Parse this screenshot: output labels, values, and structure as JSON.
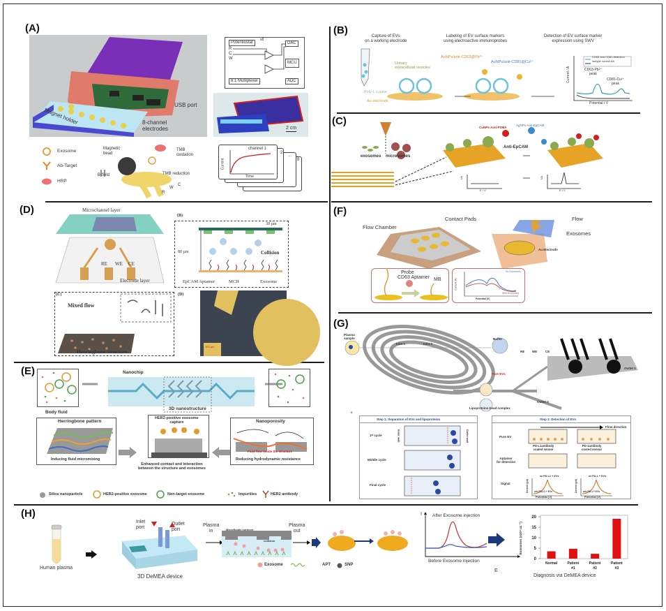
{
  "panels": {
    "A": {
      "label": "(A)",
      "usb_port": "USB port",
      "magnet_holder": "Magnet holder",
      "electrodes": "8-channel\nelectrodes",
      "scale_bar": "2 cm",
      "circuit": {
        "potentiostat": "Potentiostat",
        "x8": "x8",
        "r": "R",
        "c": "C",
        "w": "W",
        "dac": "DAC",
        "mcu": "MCU",
        "adc": "ADC",
        "mux": "8:1 Multiplexer"
      },
      "legend": {
        "exosome": "Exosome",
        "ab_target": "Ab-Target",
        "hrp": "HRP"
      },
      "mech": {
        "bead": "Magnetic\nbead",
        "bfield": "B-field",
        "tmb_ox": "TMB\noxidation",
        "tmb_red": "TMB reduction",
        "r": "R",
        "w": "W",
        "c": "C"
      },
      "plot": {
        "channel1": "channel 1",
        "ch2": "2",
        "dots": "...",
        "ch8": "8",
        "ylabel": "Current",
        "xlabel": "Time"
      }
    },
    "B": {
      "label": "(B)",
      "step1": "Capture of EVs\non a working electrode",
      "step2": "Labeling of EV surface markers\nusing electroactive immunoprobes",
      "step3": "Detection of EV surface marker\nexpression using SWV",
      "urinary": "Urinary\nextracellular vesicles",
      "pll": "Poly-L-Lysine",
      "au": "Au electrode",
      "probe1": "AuNPs/anti-CD63@Pb²⁺",
      "probe2": "AuNPs/anti-CD81@Cu²⁺",
      "legend1": "CD63 and CD81 detection",
      "legend2": "Isotype control Ab",
      "peak1": "CD63-Pb²⁺\npeak",
      "peak2": "CD81-Cu²⁺\npeak",
      "ylabel": "Current / A",
      "xlabel": "Potential / V"
    },
    "C": {
      "label": "(C)",
      "exosomes": "exosomes",
      "microsomes": "microsomes",
      "cunps": "CuNPs-Anti-PSMA",
      "agnps": "AgNPs-Anti-EpCAM",
      "anti_epcam": "Anti-EpCAM",
      "ylabel": "I/A",
      "xlabel": "E / V"
    },
    "D": {
      "label": "(D)",
      "microchannel": "Microchannel layer",
      "electrode_layer": "Electrode layer",
      "re": "RE",
      "we": "WE",
      "ce": "CE",
      "sub_b": "(B)",
      "d30": "30 µm",
      "d80": "80 µm",
      "collision": "Collision",
      "leg_aptamer": "EpCAM Aptamer",
      "leg_mch": "MCH",
      "leg_exo": "Exosome",
      "sub_c": "(C)",
      "mixed_flow": "Mixed flow",
      "herringbone": "Herringbone structure",
      "sub_d": "(D)",
      "scale": "100 µm"
    },
    "E": {
      "label": "(E)",
      "nanochip": "Nanochip",
      "body_fluid": "Body fluid",
      "nano3d": "3D nanostructure",
      "herringbone": "Herringbone pattern",
      "micromixing": "Inducing fluid micromixing",
      "capture": "HER2-positive exosome\ncapture",
      "enhanced": "Enhanced contact and interaction\nbetween the structure and exosomes",
      "nanoporosity": "Nanoporosity",
      "fluid_inside": "Fluid flow inside the structure",
      "reducing": "Reducing hydrodynamic resistance",
      "legend": [
        "Silica nanoparticle",
        "HER2-positive exosome",
        "Non-target exosome",
        "Impurities",
        "HER2 antibody"
      ]
    },
    "F": {
      "label": "(F)",
      "contact_pads": "Contact Pads",
      "flow_chamber": "Flow Chamber",
      "flow": "Flow",
      "exosomes": "Exosomes",
      "au_electrode": "Au Electrode",
      "probe": "Probe",
      "aptamer": "CD63 Aptamer",
      "mb": "MB",
      "exo_icon": "EXO",
      "no_exo": "No Exosomes",
      "with_exo": "With Exosomes",
      "ylabel": "Current (A)",
      "xlabel": "Potential (V)"
    },
    "G": {
      "label": "(G)",
      "plasma": "Plasma\nsample",
      "inlet1": "Inlet 1",
      "inlet2": "Inlet 2",
      "buffer": "Buffer",
      "re": "RE",
      "we": "WE",
      "ce": "CE",
      "outlet1": "Outlet 1",
      "outlet2": "Outlet 2",
      "pure_evs": "Pure EVs",
      "lipo": "Lipoproteins-bead complex",
      "sub_c": "c",
      "step1": "Step 1: Separation of EVs and lipoproteins",
      "cycle1": "1ˢᵗ cycle",
      "cycle_mid": "Middle cycle",
      "cycle_final": "Final cycle",
      "inner_wall": "Inner wall",
      "outer_wall": "Outer wall",
      "step2": "Step 2: Detection of EVs",
      "flow_dir": "Flow direction",
      "pure_ev": "Pure EV",
      "aptamer": "Aptamer\nfor detection",
      "signal": "Signal",
      "sensor1": "PD-L1antibody\ncoated sensor",
      "sensor2": "PD-1antibody\ncoated sensor",
      "sig1": "w/ PD-L1 + EVs",
      "sig1b": "w/o PD-L1 + EVs",
      "sig2": "w/ PD-1 + EVs",
      "sig2b": "w/o PD-1 + EVs",
      "ylabel": "Current (µA)",
      "xlabel": "Potential (V)"
    },
    "H": {
      "label": "(H)",
      "human_plasma": "Human plasma",
      "inlet": "Inlet\nport",
      "outlet": "Outlet\nport",
      "device": "3D DeMEA device",
      "plasma_in": "Plasma\nin",
      "plasma_out": "Plasma\nout",
      "vortexer": "Microfluidic vortexer",
      "collision": "collision",
      "leg_exo": "Exosome",
      "leg_apt": "APT",
      "leg_snp": "SNP",
      "after": "After Exosome injection",
      "before": "Before Exosome injection",
      "i_axis": "I",
      "e_axis": "E",
      "diagnosis": "Diagnosis via DeMEA device"
    }
  },
  "colors": {
    "bar": "#e01010",
    "purple": "#7a2fb8",
    "salmon": "#e07a6a",
    "teal": "#7dcfc0",
    "gold": "#e3b23c",
    "blue": "#3a5fcd"
  },
  "chart_data": {
    "type": "bar",
    "title": "",
    "categories": [
      "Normal",
      "Patient\n#1",
      "Patient\n#2",
      "Patient\n#3"
    ],
    "values": [
      3.5,
      4.7,
      2.3,
      19.0
    ],
    "xlabel": "Diagnosis via DeMEA device",
    "ylabel": "Exosomes (x10⁸ uL⁻¹)",
    "ylim": [
      0,
      20
    ],
    "yticks": [
      0,
      5,
      10,
      15,
      20
    ],
    "grid": false
  }
}
